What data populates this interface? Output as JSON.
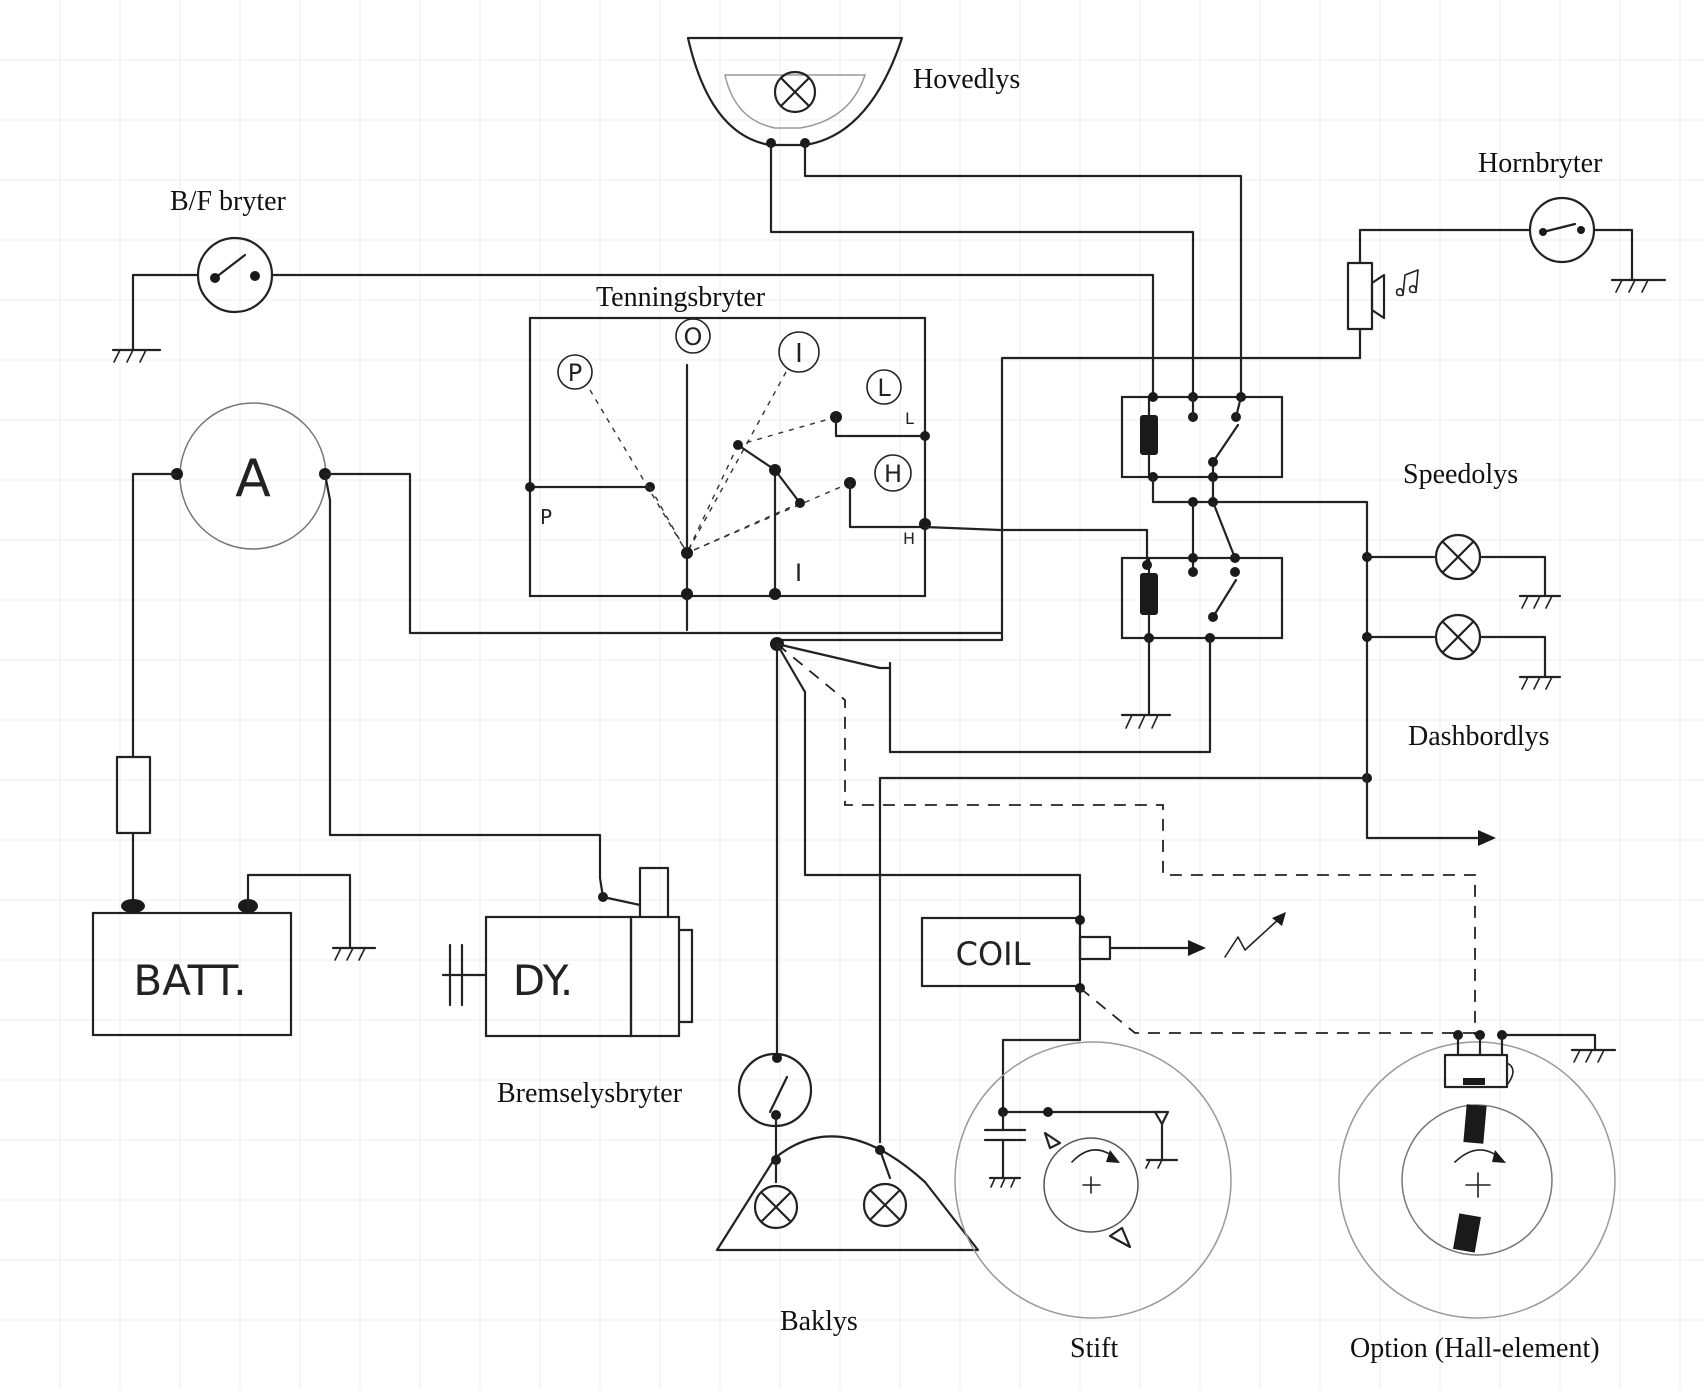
{
  "labels": {
    "hovedlys": "Hovedlys",
    "hornbryter": "Hornbryter",
    "bf_bryter": "B/F bryter",
    "tenningsbryter": "Tenningsbryter",
    "speedolys": "Speedolys",
    "dashbordlys": "Dashbordlys",
    "bremselysbryter": "Bremselysbryter",
    "baklys": "Baklys",
    "stift": "Stift",
    "option": "Option (Hall-element)"
  },
  "components": {
    "ammeter": "A",
    "battery": "BATT.",
    "dynamo": "DY.",
    "coil": "COIL"
  },
  "switch_positions": {
    "p": "P",
    "o": "O",
    "i": "I",
    "l": "L",
    "h": "H",
    "p_terminal": "P",
    "i_terminal": "I",
    "l_terminal": "L",
    "h_terminal": "H"
  }
}
